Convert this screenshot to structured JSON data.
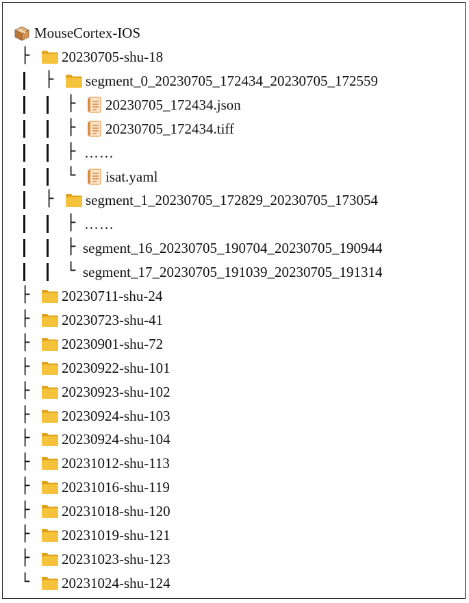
{
  "root": {
    "label": "MouseCortex-IOS",
    "icon": "package-icon"
  },
  "rows": [
    {
      "depth": 1,
      "conn": "├",
      "icon": "folder",
      "label": "20230705-shu-18"
    },
    {
      "depth": 2,
      "conn": "├",
      "icon": "folder",
      "label": "segment_0_20230705_172434_20230705_172559"
    },
    {
      "depth": 3,
      "conn": "├",
      "icon": "file",
      "label": "20230705_172434.json"
    },
    {
      "depth": 3,
      "conn": "├",
      "icon": "file",
      "label": "20230705_172434.tiff"
    },
    {
      "depth": 3,
      "conn": "├",
      "icon": "none",
      "label": "……"
    },
    {
      "depth": 3,
      "conn": "└",
      "icon": "file",
      "label": "isat.yaml"
    },
    {
      "depth": 2,
      "conn": "├",
      "icon": "folder",
      "label": "segment_1_20230705_172829_20230705_173054"
    },
    {
      "depth": 3,
      "conn": "├",
      "icon": "none",
      "label": "……"
    },
    {
      "depth": 3,
      "conn": "├",
      "icon": "none",
      "label": "segment_16_20230705_190704_20230705_190944",
      "tight": true
    },
    {
      "depth": 3,
      "conn": "└",
      "icon": "none",
      "label": "segment_17_20230705_191039_20230705_191314",
      "tight": true
    },
    {
      "depth": 1,
      "conn": "├",
      "icon": "folder",
      "label": "20230711-shu-24"
    },
    {
      "depth": 1,
      "conn": "├",
      "icon": "folder",
      "label": "20230723-shu-41"
    },
    {
      "depth": 1,
      "conn": "├",
      "icon": "folder",
      "label": "20230901-shu-72"
    },
    {
      "depth": 1,
      "conn": "├",
      "icon": "folder",
      "label": "20230922-shu-101"
    },
    {
      "depth": 1,
      "conn": "├",
      "icon": "folder",
      "label": "20230923-shu-102"
    },
    {
      "depth": 1,
      "conn": "├",
      "icon": "folder",
      "label": "20230924-shu-103"
    },
    {
      "depth": 1,
      "conn": "├",
      "icon": "folder",
      "label": "20230924-shu-104"
    },
    {
      "depth": 1,
      "conn": "├",
      "icon": "folder",
      "label": "20231012-shu-113"
    },
    {
      "depth": 1,
      "conn": "├",
      "icon": "folder",
      "label": "20231016-shu-119"
    },
    {
      "depth": 1,
      "conn": "├",
      "icon": "folder",
      "label": "20231018-shu-120"
    },
    {
      "depth": 1,
      "conn": "├",
      "icon": "folder",
      "label": "20231019-shu-121"
    },
    {
      "depth": 1,
      "conn": "├",
      "icon": "folder",
      "label": "20231023-shu-123"
    },
    {
      "depth": 1,
      "conn": "└",
      "icon": "folder",
      "label": "20231024-shu-124"
    }
  ],
  "colors": {
    "folder": "#f5c33b",
    "folder_dark": "#e0a21a",
    "file": "#e9a35a",
    "box": "#c98a4b"
  }
}
